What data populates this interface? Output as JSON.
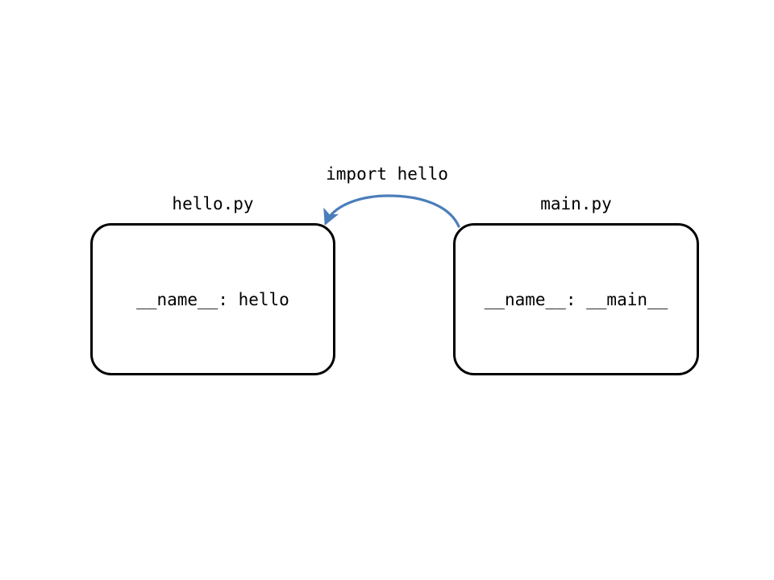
{
  "diagram": {
    "title_text_color": "#000000",
    "background": "#ffffff",
    "arrow_color": "#4a7ebb",
    "box_border_color": "#000000",
    "nodes": [
      {
        "id": "hello",
        "caption": "hello.py",
        "body": "__name__: hello"
      },
      {
        "id": "main",
        "caption": "main.py",
        "body": "__name__: __main__"
      }
    ],
    "edge": {
      "label": "import hello",
      "from": "main.py",
      "to": "hello.py",
      "style": "curved-arc",
      "color": "#4a7ebb"
    }
  }
}
